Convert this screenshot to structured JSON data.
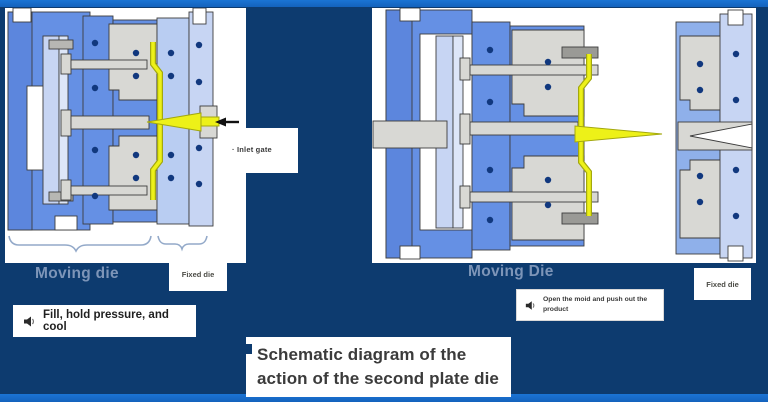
{
  "slide": {
    "title_line1": "Schematic diagram of the",
    "title_line2": "action of the second plate die"
  },
  "left_view": {
    "moving_die_label": "Moving die",
    "fixed_die_label": "Fixed die",
    "inlet_gate_label": "· Inlet gate",
    "caption": "Fill, hold pressure, and cool"
  },
  "right_view": {
    "moving_die_label": "Moving Die",
    "fixed_die_label": "Fixed die",
    "caption": "Open the moid and push out the product"
  },
  "icons": {
    "audio": "speaker-icon",
    "inlet_arrow": "left-arrow-icon"
  },
  "colors": {
    "background_navy": "#0d3b6f",
    "accent_bar_blue": "#1565c0",
    "panel_white": "#ffffff",
    "die_blue": "#6590e4",
    "die_blue_dark": "#5c86dd",
    "die_light_blue": "#c7d5f3",
    "die_pale_blue": "#dde6f8",
    "plate_gray": "#d8d8d4",
    "cap_gray": "#9a9a96",
    "bolt_navy": "#11387e",
    "molten_yellow": "#edf118",
    "label_blue": "#7d95b8",
    "text_dark": "#3b3b3b"
  }
}
